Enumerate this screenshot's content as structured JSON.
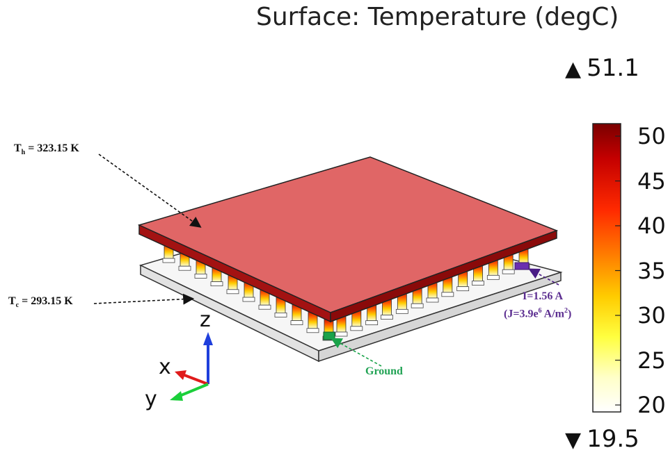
{
  "title": "Surface: Temperature (degC)",
  "legend": {
    "max_label": "51.1",
    "min_label": "19.5",
    "ticks": [
      "50",
      "45",
      "40",
      "35",
      "30",
      "25",
      "20"
    ],
    "colors": [
      "#7a0000",
      "#c40000",
      "#ff2a00",
      "#ff7a00",
      "#ffcc00",
      "#ffff40",
      "#ffffc8",
      "#ffffff"
    ]
  },
  "annotations": {
    "th": {
      "symbol": "T",
      "sub": "h",
      "rest": " = 323.15 K"
    },
    "tc": {
      "symbol": "T",
      "sub": "c",
      "rest": " = 293.15 K"
    },
    "current": {
      "line1": "I=1.56 A",
      "line2_a": "(J=3.9e",
      "line2_sup_a": "6",
      "line2_b": " A/m",
      "line2_sup_b": "2",
      "line2_c": ")",
      "color": "#5b2d90"
    },
    "ground": {
      "text": "Ground",
      "color": "#22a355"
    }
  },
  "axes": {
    "x": "x",
    "y": "y",
    "z": "z"
  },
  "colors": {
    "hot_plate": "#e06666",
    "hot_plate_edge": "#9a0d0d",
    "cold_plate": "#f4f4f4",
    "ground_marker": "#1aa34a",
    "current_marker": "#6a2fb0"
  }
}
